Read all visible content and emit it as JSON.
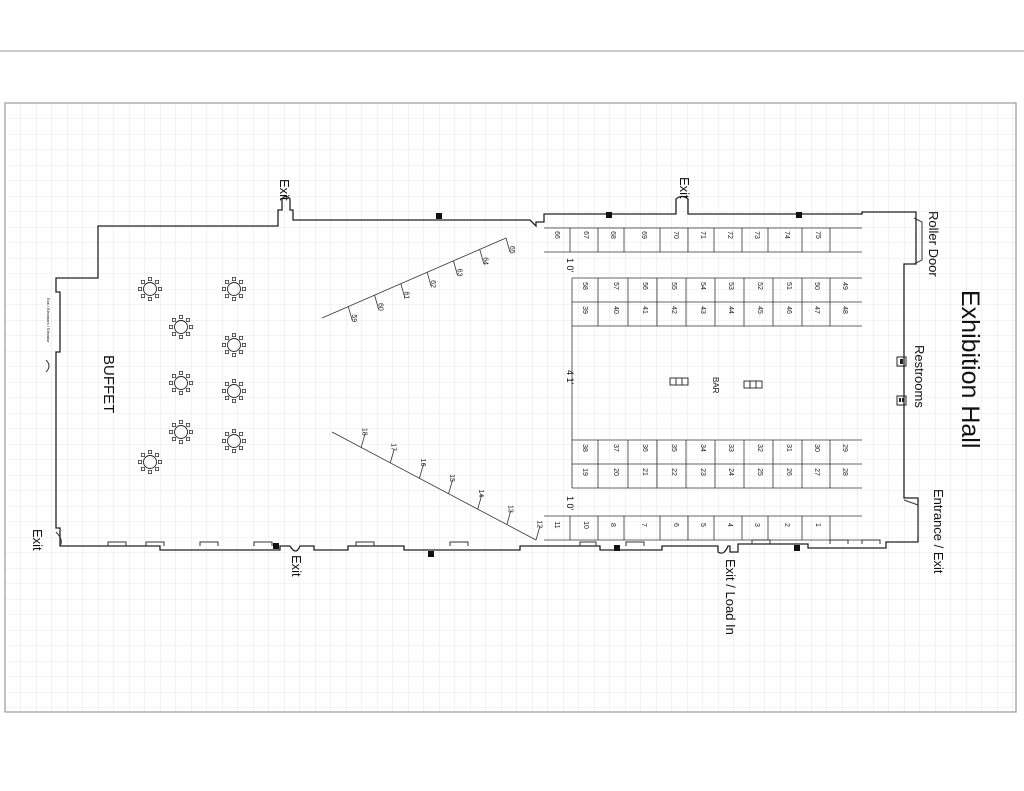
{
  "labels": {
    "title": "Exhibition Hall",
    "roller_door": "Roller Door",
    "restrooms": "Restrooms",
    "entrance_exit": "Entrance / Exit",
    "exit_load_in": "Exit / Load In",
    "exit": "Exit",
    "buffet": "BUFFET",
    "bar": "BAR",
    "small_door_note": "Exit / Elevators / Elevator",
    "pillar_marks": [
      "1 0'",
      "4 1'",
      "1 0'"
    ]
  },
  "booths": {
    "top_row": [
      "66",
      "67",
      "68",
      "69",
      "70",
      "71",
      "72",
      "73",
      "74",
      "75"
    ],
    "upper_block_a": [
      "58",
      "57",
      "56",
      "55",
      "54",
      "53",
      "52",
      "51",
      "50",
      "49"
    ],
    "upper_block_b": [
      "39",
      "40",
      "41",
      "42",
      "43",
      "44",
      "45",
      "46",
      "47",
      "48"
    ],
    "lower_block_a": [
      "38",
      "37",
      "36",
      "35",
      "34",
      "33",
      "32",
      "31",
      "30",
      "29"
    ],
    "lower_block_b": [
      "19",
      "20",
      "21",
      "22",
      "23",
      "24",
      "25",
      "26",
      "27",
      "28"
    ],
    "bottom_row": [
      "11",
      "10",
      "8",
      "7",
      "6",
      "5",
      "4",
      "3",
      "2",
      "1"
    ],
    "upper_diagonal": [
      "59",
      "60",
      "61",
      "62",
      "63",
      "64",
      "65"
    ],
    "lower_diagonal": [
      "18",
      "17",
      "16",
      "15",
      "14",
      "13",
      "12"
    ]
  },
  "icons": {
    "round_table": "round-table-icon",
    "column": "column-icon",
    "restroom": "restroom-icon",
    "bar_counter": "bar-counter-icon"
  }
}
